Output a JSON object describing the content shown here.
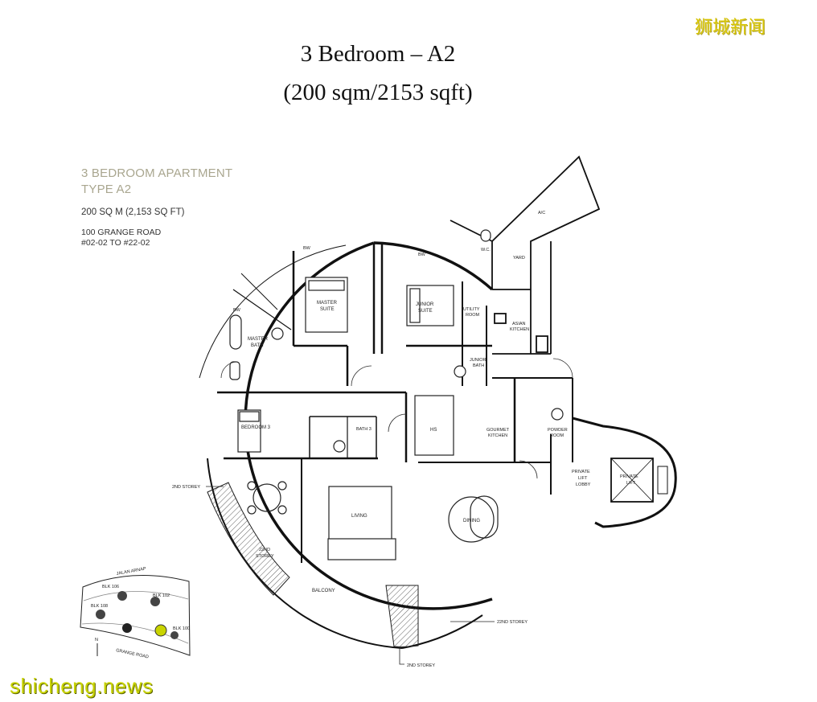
{
  "header": {
    "title_line1": "3 Bedroom – A2",
    "title_line2": "(200 sqm/2153 sqft)"
  },
  "info": {
    "apartment_name": "3 BEDROOM APARTMENT",
    "apartment_type": "TYPE A2",
    "size": "200 SQ M (2,153 SQ FT)",
    "address_line1": "100 GRANGE ROAD",
    "address_line2": "#02-02 TO #22-02"
  },
  "rooms": {
    "bw_left": "BW",
    "bw_top_left": "BW",
    "bw_top_right": "BW",
    "master_suite": [
      "MASTER",
      "SUITE"
    ],
    "master_bath": [
      "MASTER",
      "BATH"
    ],
    "junior_suite": [
      "JUNIOR",
      "SUITE"
    ],
    "utility_room": [
      "UTILITY",
      "ROOM"
    ],
    "junior_bath": [
      "JUNIOR",
      "BATH"
    ],
    "asian_kitchen": [
      "ASIAN",
      "KITCHEN"
    ],
    "wc": "W.C.",
    "yard": "YARD",
    "ac": "A/C",
    "bedroom3": "BEDROOM 3",
    "bath3": "BATH 3",
    "hs": "HS",
    "gourmet_kitchen": [
      "GOURMET",
      "KITCHEN"
    ],
    "powder_room": [
      "POWDER",
      "ROOM"
    ],
    "private_lift_lobby": [
      "PRIVATE",
      "LIFT",
      "LOBBY"
    ],
    "private_lift": [
      "PRIVATE",
      "LIFT"
    ],
    "living": "LIVING",
    "dining": "DINING",
    "balcony": "BALCONY"
  },
  "annotations": {
    "storey2_left": "2ND STOREY",
    "storey22_left": [
      "22ND",
      "STOREY"
    ],
    "storey22_right": "22ND STOREY",
    "storey2_bottom": "2ND STOREY"
  },
  "site_plan": {
    "road_top": "JALAN ARNAP",
    "blk106": "BLK 106",
    "blk102": "BLK 102",
    "blk108": "BLK 108",
    "blk100": "BLK 100",
    "road_bottom": "GRANGE ROAD",
    "north": "N"
  },
  "watermarks": {
    "top_right": "狮城新闻",
    "bottom_left": "shicheng.news"
  },
  "colors": {
    "heading_accent": "#a9a68f",
    "highlight_block": "#c9d400"
  }
}
